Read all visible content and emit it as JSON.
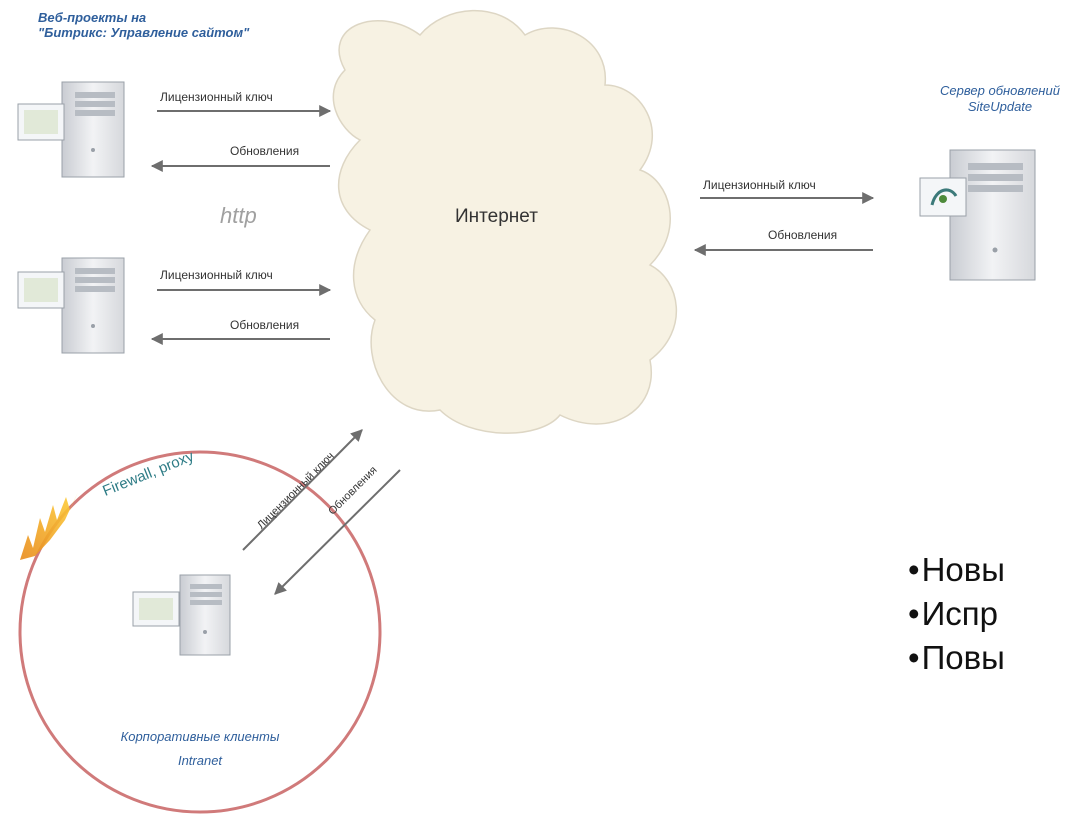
{
  "web_projects": {
    "title_line1": "Веб-проекты на",
    "title_line2": "\"Битрикс: Управление сайтом\""
  },
  "update_server": {
    "title_line1": "Сервер обновлений",
    "title_line2": "SiteUpdate"
  },
  "labels": {
    "license_key": "Лицензионный ключ",
    "updates": "Обновления",
    "http": "http",
    "internet": "Интернет",
    "firewall": "Firewall, proxy"
  },
  "corporate": {
    "line1": "Корпоративные клиенты",
    "line2": "Intranet"
  },
  "bullets": [
    "Новы",
    "Испр",
    "Повы"
  ],
  "colors": {
    "title_blue": "#2f5f9c",
    "cloud_fill": "#f7f2e3",
    "cloud_stroke": "#ddd6c4",
    "circle_red": "#d07a7a",
    "arrow_gray": "#6e6e6e",
    "firewall_text": "#2e7c86"
  }
}
